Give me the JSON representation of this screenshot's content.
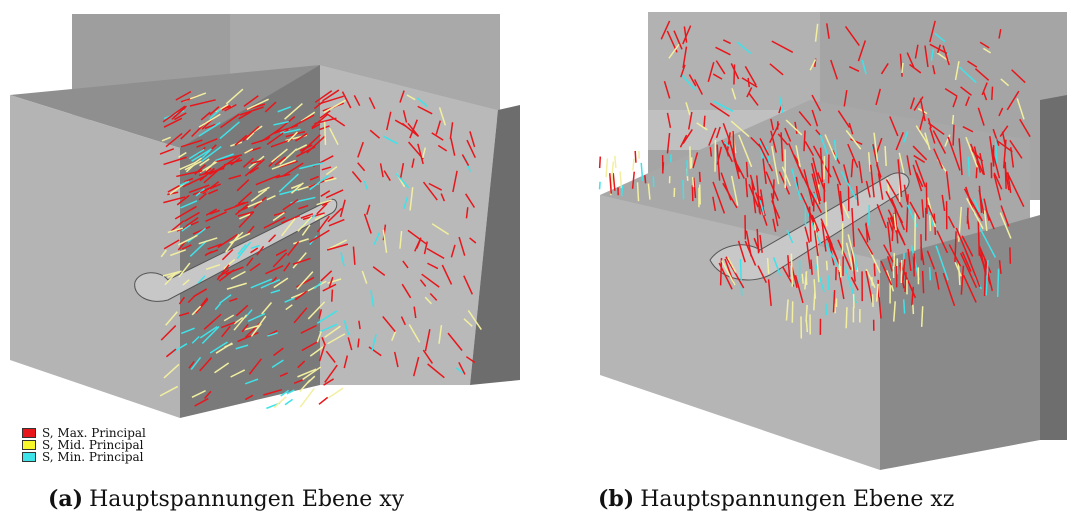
{
  "legend": {
    "items": [
      {
        "label": "S, Max. Principal",
        "color": "#e8161b"
      },
      {
        "label": "S, Mid. Principal",
        "color": "#f7f72a"
      },
      {
        "label": "S, Min. Principal",
        "color": "#3ee3ea"
      }
    ]
  },
  "figures": [
    {
      "tag": "(a)",
      "caption": "Hauptspannungen Ebene xy"
    },
    {
      "tag": "(b)",
      "caption": "Hauptspannungen Ebene xz"
    }
  ],
  "colors": {
    "max": "#e8161b",
    "mid": "#f2efa0",
    "min": "#3ee3ea",
    "face_light": "#bdbdbd",
    "face_mid": "#a3a3a3",
    "face_dark": "#6e6e6e"
  }
}
